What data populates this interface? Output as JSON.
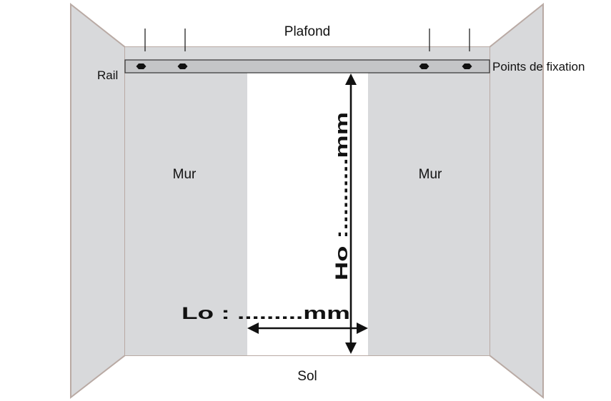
{
  "labels": {
    "ceiling": "Plafond",
    "floor": "Sol",
    "rail": "Rail",
    "fixing_points": "Points de fixation",
    "wall_left": "Mur",
    "wall_right": "Mur",
    "height": "Ho :..........mm",
    "width": "Lo : .........mm"
  },
  "colors": {
    "wall_fill": "#d8d9db",
    "wall_stroke": "#b9aaa4",
    "rail_fill": "#c4c5c7",
    "opening": "#ffffff",
    "ink": "#111111"
  }
}
